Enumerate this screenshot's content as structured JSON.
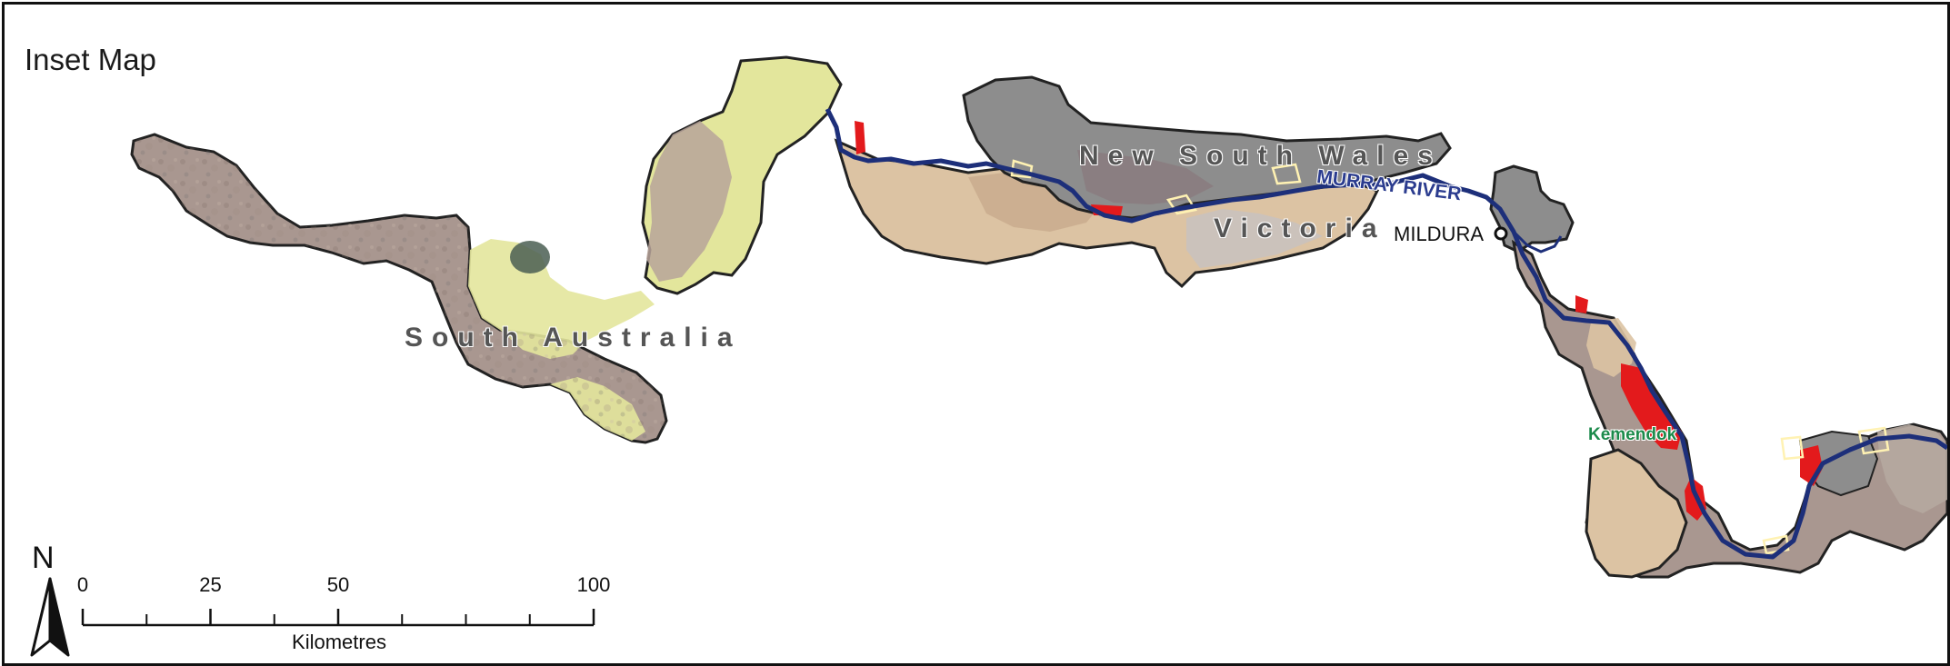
{
  "map": {
    "title": "Inset Map",
    "colors": {
      "river": "#1d2f7a",
      "highlight": "#e31a1c",
      "yellow_zone": "#e3e69c",
      "sand_zone": "#dcc3a3",
      "grey_zone": "#8d8d8d",
      "mixed_zone": "#b79e95",
      "boundary": "#222222",
      "subregion": "#fff2b3"
    },
    "regions": [
      {
        "name": "South Australia"
      },
      {
        "name": "New South Wales"
      },
      {
        "name": "Victoria"
      }
    ],
    "river": {
      "name": "MURRAY RIVER",
      "color": "#2b3c8f"
    },
    "places": [
      {
        "name": "MILDURA",
        "type": "town",
        "color": "#111111"
      },
      {
        "name": "Kemendok",
        "type": "locality",
        "color": "#1b8a4a"
      }
    ],
    "north_arrow": {
      "label": "N",
      "icon": "north-arrow-icon"
    },
    "scale_bar": {
      "max": 100,
      "ticks": [
        {
          "value": 0,
          "label": "0"
        },
        {
          "value": 25,
          "label": "25"
        },
        {
          "value": 50,
          "label": "50"
        },
        {
          "value": 100,
          "label": "100"
        }
      ],
      "minor_ticks": [
        12.5,
        37.5,
        62.5,
        75,
        87.5
      ],
      "unit": "Kilometres"
    }
  }
}
